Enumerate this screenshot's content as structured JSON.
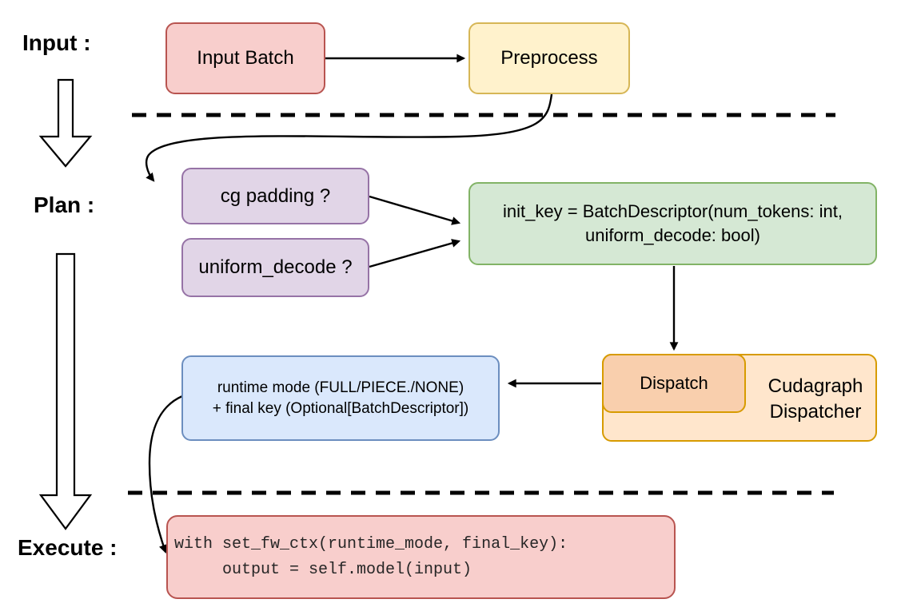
{
  "stage_labels": {
    "input": "Input :",
    "plan": "Plan :",
    "execute": "Execute :"
  },
  "nodes": {
    "input_batch": {
      "label": "Input Batch",
      "fill": "#f8cecc",
      "stroke": "#b85450"
    },
    "preprocess": {
      "label": "Preprocess",
      "fill": "#fff2cc",
      "stroke": "#d6b656"
    },
    "cg_padding": {
      "label": "cg padding ?",
      "fill": "#e1d5e7",
      "stroke": "#9673a6"
    },
    "uniform_decode": {
      "label": "uniform_decode ?",
      "fill": "#e1d5e7",
      "stroke": "#9673a6"
    },
    "init_key": {
      "line1": "init_key = BatchDescriptor(num_tokens: int,",
      "line2": "uniform_decode: bool)",
      "fill": "#d5e8d4",
      "stroke": "#82b366"
    },
    "dispatch": {
      "label": "Dispatch",
      "fill": "#f9cfad",
      "stroke": "#d79b00"
    },
    "cudagraph_dispatcher": {
      "label": "Cudagraph Dispatcher",
      "fill": "#ffe6cc",
      "stroke": "#d79b00"
    },
    "runtime_result": {
      "line1": "runtime mode (FULL/PIECE./NONE)",
      "line2": "+ final key (Optional[BatchDescriptor])",
      "fill": "#dae8fc",
      "stroke": "#6c8ebf"
    },
    "execute_code": {
      "line1": "with set_fw_ctx(runtime_mode, final_key):",
      "line2": "     output = self.model(input)",
      "fill": "#f8cecc",
      "stroke": "#b85450"
    }
  },
  "connector_color": "#000000"
}
